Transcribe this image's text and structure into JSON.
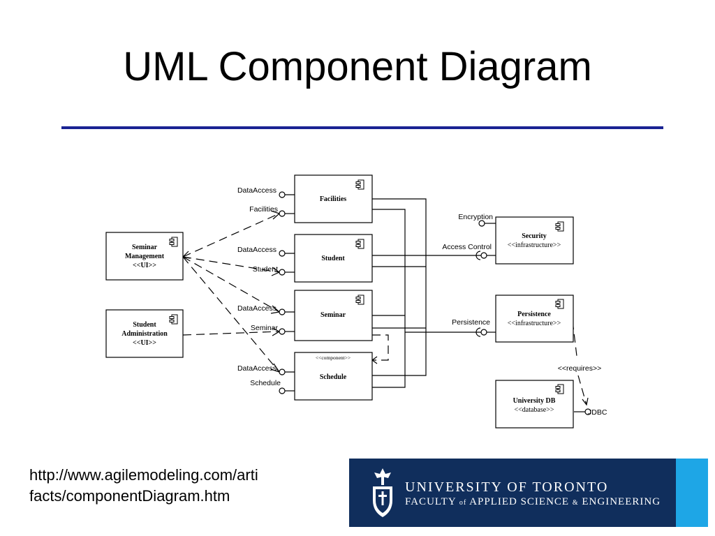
{
  "slide": {
    "title": "UML Component Diagram",
    "url_line1": "http://www.agilemodeling.com/arti",
    "url_line2": "facts/componentDiagram.htm",
    "accent_color": "#1a2393"
  },
  "logo": {
    "line1": "UNIVERSITY OF TORONTO",
    "line2_part1": "FACULTY",
    "line2_part2": "of",
    "line2_part3": "APPLIED SCIENCE",
    "line2_part4": "&",
    "line2_part5": "ENGINEERING",
    "background_color": "#102e5c",
    "stripe_color": "#1ea6e6",
    "icon": "university-crest-icon"
  },
  "diagram": {
    "components": {
      "seminar_management": {
        "line1": "Seminar",
        "line2": "Management",
        "line3": "<<UI>>"
      },
      "student_administration": {
        "line1": "Student",
        "line2": "Administration",
        "line3": "<<UI>>"
      },
      "facilities": {
        "line1": "Facilities"
      },
      "student": {
        "line1": "Student"
      },
      "seminar": {
        "line1": "Seminar"
      },
      "schedule": {
        "line1": "Schedule",
        "stereotype_note": "<<component>>"
      },
      "security": {
        "line1": "Security",
        "line2": "<<infrastructure>>"
      },
      "persistence": {
        "line1": "Persistence",
        "line2": "<<infrastructure>>"
      },
      "university_db": {
        "line1": "University DB",
        "line2": "<<database>>"
      }
    },
    "interfaces": {
      "facilities_dataaccess": "DataAccess",
      "facilities_facilities": "Facilities",
      "student_dataaccess": "DataAccess",
      "student_student": "Student",
      "seminar_dataaccess": "DataAccess",
      "seminar_seminar": "Seminar",
      "schedule_dataaccess": "DataAccess",
      "schedule_schedule": "Schedule",
      "security_encryption": "Encryption",
      "security_access_control": "Access Control",
      "persistence_persistence": "Persistence",
      "db_jdbc": "JDBC"
    },
    "requires_label": "<<requires>>",
    "component_icon": "component-icon"
  }
}
